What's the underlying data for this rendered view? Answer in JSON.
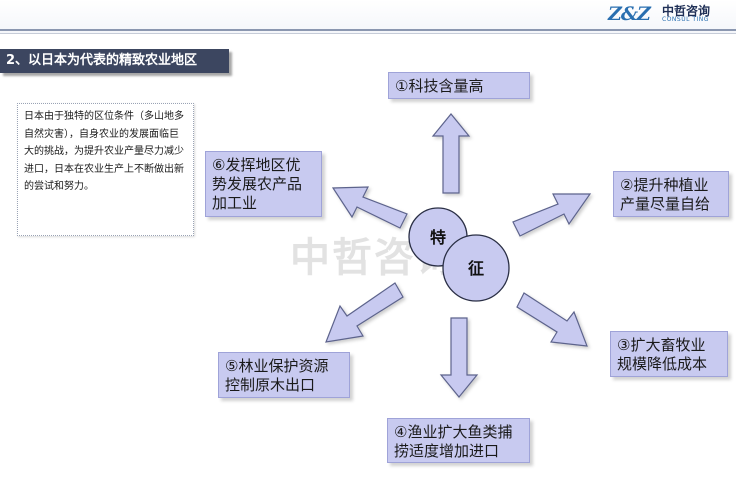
{
  "header": {
    "logo_mark": "Z&Z",
    "logo_cn": "中哲咨询",
    "logo_en": "CONSUL TING"
  },
  "section_title": "2、以日本为代表的精致农业地区",
  "description": "日本由于独特的区位条件（多山地多自然灾害），自身农业的发展面临巨大的挑战，为提升农业产量尽力减少进口，日本在农业生产上不断做出新的尝试和努力。",
  "watermark": "中哲咨询",
  "center": {
    "char1": "特",
    "char2": "征"
  },
  "features": {
    "f1": [
      "①科技含量高"
    ],
    "f2": [
      "②提升种植业",
      "产量尽量自给"
    ],
    "f3": [
      "③扩大畜牧业",
      "规模降低成本"
    ],
    "f4": [
      "④渔业扩大鱼类捕",
      "捞适度增加进口"
    ],
    "f5": [
      "⑤林业保护资源",
      "控制原木出口"
    ],
    "f6": [
      "⑥发挥地区优",
      "势发展农产品",
      "加工业"
    ]
  },
  "colors": {
    "box_fill": "#c8caf0",
    "arrow_fill": "#c8caf0",
    "circle_fill": "#c8caf0",
    "title_bar": "#3c4660"
  }
}
